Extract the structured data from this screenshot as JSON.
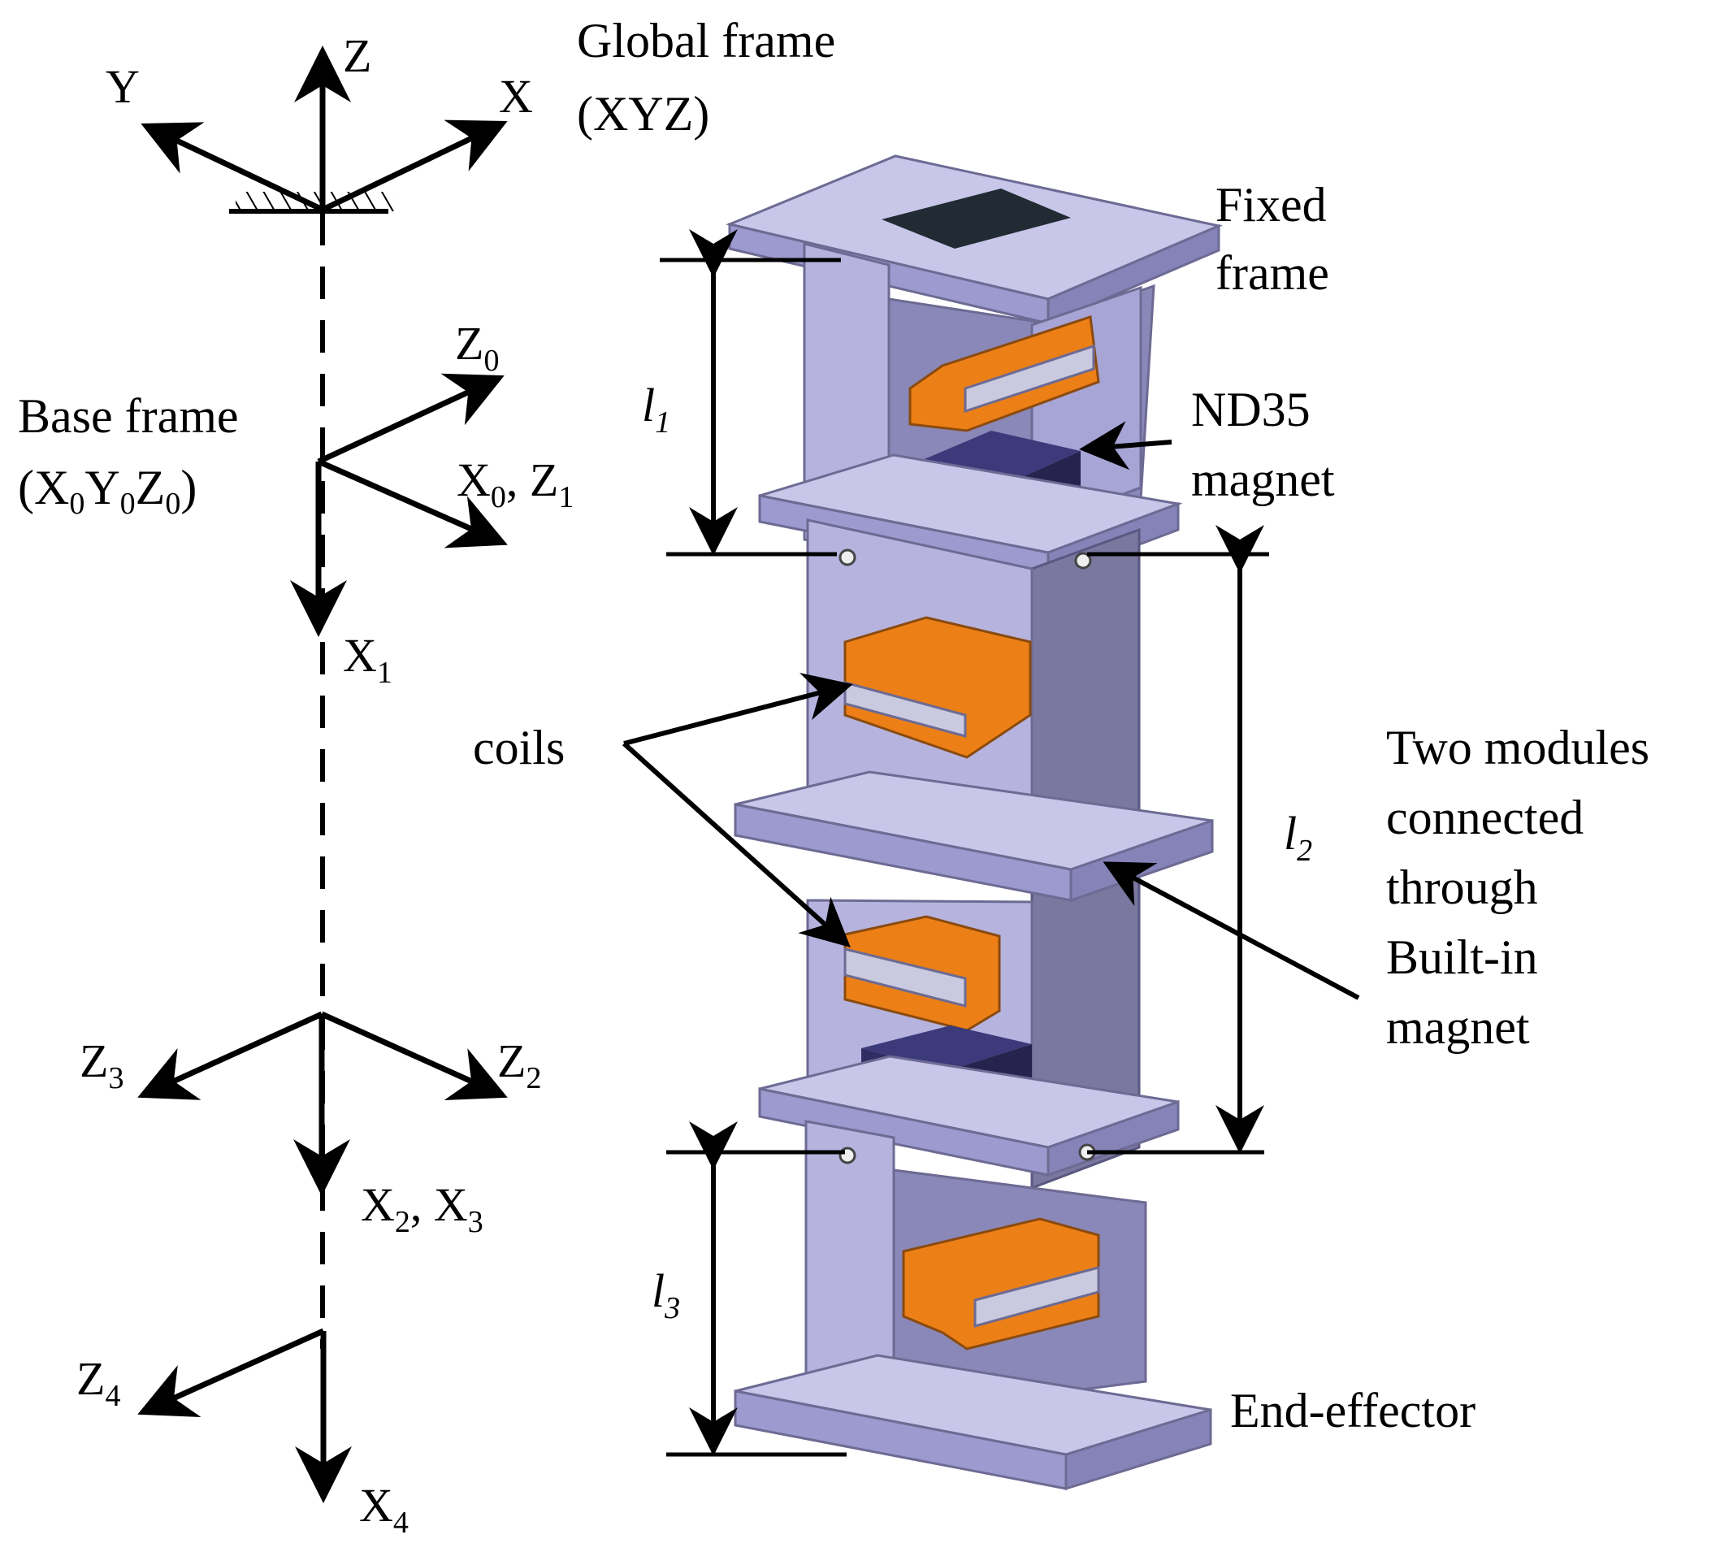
{
  "colors": {
    "plate": "#b6b4df",
    "plate_top": "#c8c7ea",
    "plate_side": "#8f8dc0",
    "plate_dark": "#6d6a93",
    "coil": "#ec8016",
    "coil_dark": "#b8600d",
    "magnet": "#2f2d63",
    "magnet_top": "#3c3a7a",
    "hatch": "#222b33",
    "bar": "#c9c9df",
    "line": "#000000"
  },
  "frames": {
    "global_title": "Global frame",
    "global_sub": "(XYZ)",
    "base_title": "Base frame",
    "base_sub": "(X0Y0Z0)",
    "axis_Z": "Z",
    "axis_Y": "Y",
    "axis_X": "X",
    "axis_Z0": "Z",
    "axis_Z0_sub": "0",
    "axis_X0Z1_a": "X",
    "axis_X0Z1_a_sub": "0",
    "axis_X0Z1_sep": ", Z",
    "axis_X0Z1_b_sub": "1",
    "axis_X1": "X",
    "axis_X1_sub": "1",
    "axis_Z3": "Z",
    "axis_Z3_sub": "3",
    "axis_Z2": "Z",
    "axis_Z2_sub": "2",
    "axis_X2X3_a": "X",
    "axis_X2X3_a_sub": "2",
    "axis_X2X3_sep": ", X",
    "axis_X2X3_b_sub": "3",
    "axis_Z4": "Z",
    "axis_Z4_sub": "4",
    "axis_X4": "X",
    "axis_X4_sub": "4"
  },
  "labels": {
    "fixed_1": "Fixed",
    "fixed_2": "frame",
    "magnet_1": "ND35",
    "magnet_2": "magnet",
    "coils": "coils",
    "two_1": "Two modules",
    "two_2": "connected",
    "two_3": "through",
    "two_4": "Built-in",
    "two_5": "magnet",
    "end_effector": "End-effector",
    "l1": "l",
    "l1_sub": "1",
    "l2": "l",
    "l2_sub": "2",
    "l3": "l",
    "l3_sub": "3"
  }
}
